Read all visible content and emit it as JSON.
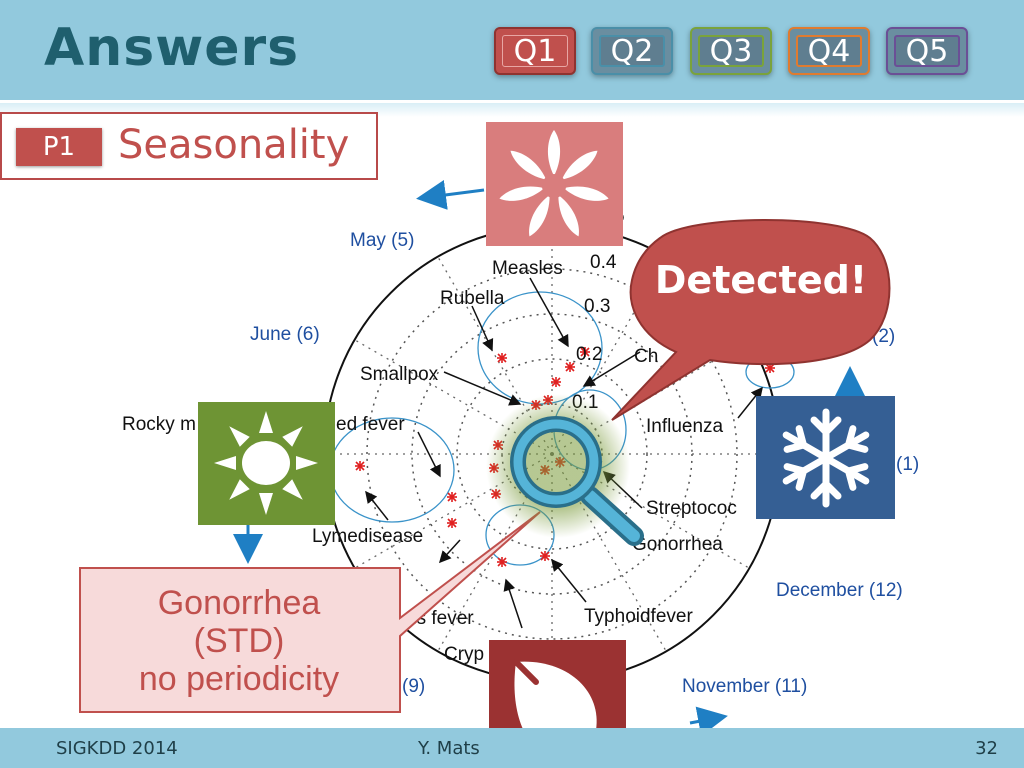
{
  "header": {
    "title": "Answers",
    "tabs": [
      {
        "label": "Q1",
        "color": "#c0504d"
      },
      {
        "label": "Q2",
        "color": "#4a8fa8"
      },
      {
        "label": "Q3",
        "color": "#7aa33b"
      },
      {
        "label": "Q4",
        "color": "#e07b2f"
      },
      {
        "label": "Q5",
        "color": "#6b4f96"
      }
    ]
  },
  "section": {
    "badge": "P1",
    "title": "Seasonality"
  },
  "diagram": {
    "month_labels": [
      "May (5)",
      "June (6)",
      "(2)",
      "(1)",
      "December (12)",
      "November (11)",
      "(9)"
    ],
    "radial_ticks": [
      "5",
      "0.4",
      "0.3",
      "0.2",
      "0.1"
    ],
    "disease_labels": [
      "Measles",
      "Rubella",
      "Smallpox",
      "Rocky m",
      "ed fever",
      "Lymedisease",
      "Ch",
      "Influenza",
      "Streptococ",
      "Gonorrhea",
      "Typhoidfever",
      "us fever",
      "Cryp"
    ],
    "marker_color": "#e02020",
    "accent_color": "#1f7fc4"
  },
  "callouts": {
    "detected": "Detected!",
    "gonorrhea_lines": [
      "Gonorrhea",
      "(STD)",
      "no periodicity"
    ]
  },
  "season_icons": [
    "flower-icon",
    "sun-icon",
    "snowflake-icon",
    "leaf-icon",
    "magnifier-icon"
  ],
  "footer": {
    "left": "SIGKDD 2014",
    "middle": "Y. Mats",
    "page": "32"
  }
}
